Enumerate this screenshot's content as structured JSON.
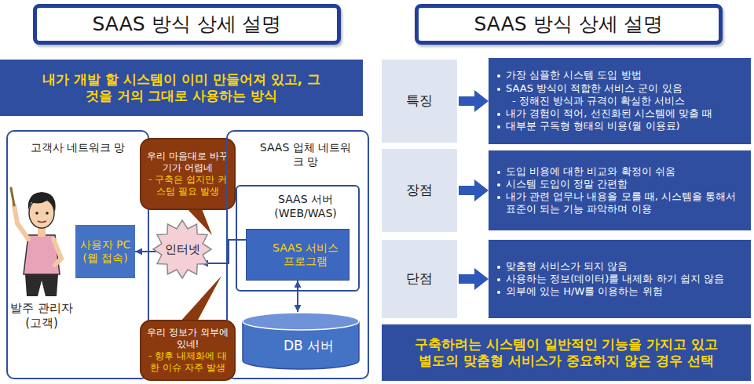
{
  "diagram": {
    "nodes": [
      {
        "text": [
          "SAAS 방식 상세 설명"
        ]
      },
      {
        "text": [
          "SAAS 방식 상세 설명"
        ]
      },
      {
        "text": [
          "내가 개발 할 시스템이 이미 만들어져 있고, 그것을 거의 그대로 사용하는 방식"
        ]
      },
      {
        "text": [
          "고객사 네트워크 망"
        ]
      },
      {
        "text": [
          "사용자 PC (웹 접속)"
        ],
        "in": 3
      },
      {
        "text": [
          "우리 마음대로 바꾸기가 어렵네",
          "- 구축은 쉽지만 커스텀 필요 발생"
        ]
      },
      {
        "text": [
          "SAAS 업체 네트워크 망"
        ]
      },
      {
        "text": [
          "SAAS 서버 (WEB/WAS)"
        ],
        "in": 6
      },
      {
        "text": [
          "SAAS 서비스 프로그램"
        ],
        "in": 7
      },
      {
        "text": [
          "인터넷"
        ]
      },
      {
        "text": [
          "DB 서버"
        ],
        "in": 6
      },
      {
        "text": [
          "우리 정보가 외부에 있네!",
          "- 향후 내제화에 대한 이슈 자주 발생"
        ]
      },
      {
        "text": [
          "특징"
        ]
      },
      {
        "text": [
          "가장 심플한 시스템 도입 방법",
          "SAAS 방식이 적합한 서비스 군이 있음",
          "- 정해진 방식과 규격이 확실한 서비스",
          "내가 경험이 적어, 선진화된 시스템에 맞출 때",
          "대부분 구독형 형태의 비용(월 이용료)"
        ]
      },
      {
        "text": [
          "장점"
        ]
      },
      {
        "text": [
          "도입 비용에 대한 비교와 확정이 쉬움",
          "시스템 도입이 정말 간편함",
          "내가 관련 업무나 내용을 모를 때, 시스템을 통해서 표준이 되는 기능 파악하며 이용"
        ]
      },
      {
        "text": [
          "단점"
        ]
      },
      {
        "text": [
          "맞춤형 서비스가 되지 않음",
          "사용하는 정보(데이터)를 내제화 하기 쉽지 않음",
          "외부에 있는 H/W를 이용하는 위험"
        ]
      },
      {
        "text": [
          "구축하려는 시스템이 일반적인 기능을 가지고 있고 별도의 맞춤형 서비스가 중요하지 않은 경우 선택"
        ]
      }
    ],
    "edges": [
      {
        "from": 9,
        "to": 4,
        "arrow": "to"
      },
      {
        "from": 8,
        "to": 9,
        "arrow": "to"
      },
      {
        "from": 8,
        "to": 10,
        "arrow": "both"
      },
      {
        "from": 12,
        "to": 13,
        "arrow": "to"
      },
      {
        "from": 14,
        "to": 15,
        "arrow": "to"
      },
      {
        "from": 16,
        "to": 17,
        "arrow": "to"
      }
    ],
    "labels": [
      "발주 관리자 (고객)"
    ]
  }
}
